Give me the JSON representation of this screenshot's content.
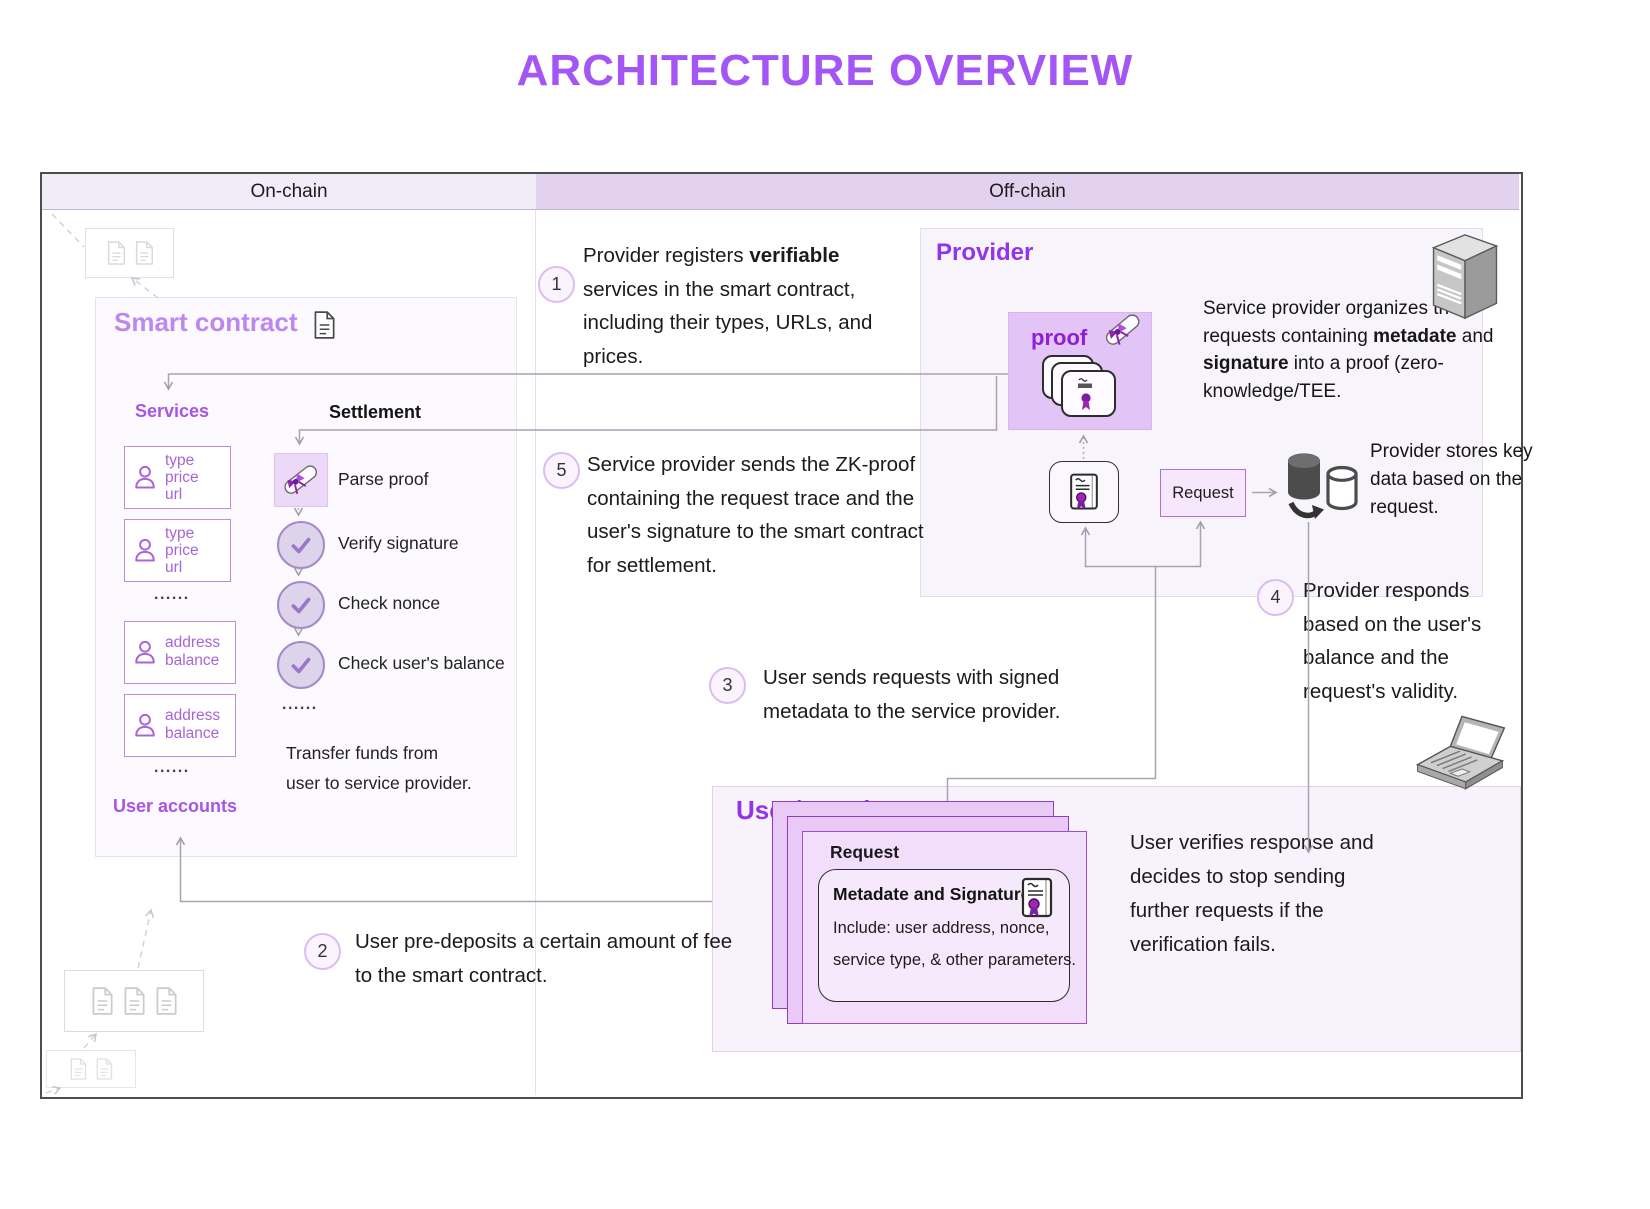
{
  "title": "ARCHITECTURE OVERVIEW",
  "header": {
    "on_chain": "On-chain",
    "off_chain": "Off-chain"
  },
  "smart_contract": {
    "title": "Smart contract",
    "services_label": "Services",
    "settlement_label": "Settlement",
    "service_entry": {
      "line1": "type",
      "line2": "price",
      "line3": "url"
    },
    "account_entry": {
      "line1": "address",
      "line2": "balance"
    },
    "dots": "......",
    "user_accounts_label": "User accounts",
    "settlement_steps": {
      "parse": "Parse proof",
      "verify": "Verify signature",
      "nonce": "Check nonce",
      "balance": "Check user's balance"
    },
    "transfer_note": {
      "line1": "Transfer funds from",
      "line2": "user to service provider."
    }
  },
  "provider": {
    "title": "Provider",
    "proof_label": "proof",
    "organize_text": {
      "t1": "Service provider organizes the requests containing ",
      "b1": "metadate",
      "t2": " and ",
      "b2": "signature",
      "t3": " into a proof (zero-knowledge/TEE."
    },
    "request_label": "Request",
    "stores_text": {
      "line1": "Provider stores key",
      "line2": "data based on the",
      "line3": "request."
    }
  },
  "user_developer": {
    "title": "User/Developer",
    "card": {
      "request_label": "Request",
      "meta_title": "Metadate and Signature",
      "meta_line1": "Include: user address, nonce,",
      "meta_line2": "service type, & other parameters."
    },
    "verify_text": {
      "line1": "User verifies response and",
      "line2": "decides to stop sending",
      "line3": "further requests if the",
      "line4": "verification fails."
    }
  },
  "steps": {
    "s1": {
      "num": "1",
      "t1": "Provider registers ",
      "b1": "verifiable",
      "t2": " services in the smart contract, including their types, URLs, and prices."
    },
    "s2": {
      "num": "2",
      "text": "User pre-deposits a certain amount of fee to the smart contract."
    },
    "s3": {
      "num": "3",
      "text": "User sends requests with signed metadata to the service provider."
    },
    "s4": {
      "num": "4",
      "text": "Provider responds based on the user's balance and the request's validity."
    },
    "s5": {
      "num": "5",
      "text": "Service provider sends the ZK-proof containing the request trace and the user's signature to the smart contract for settlement."
    }
  },
  "icons": {
    "document": "outlined page with folded corner",
    "person": "outlined user silhouette",
    "diploma_scroll": "rolled scroll with purple ribbon",
    "certificate": "paper with lines and purple rosette seal",
    "check_circle": "purple checkmark in circle",
    "database": "dark and outlined cylinders with sync arrow",
    "server": "gray 3D tower server",
    "laptop": "gray 3D laptop"
  },
  "colors": {
    "accent_title": "#a455f5",
    "heading_purple": "#9333ea",
    "proof_purple": "#8e1fd4",
    "box_purple_border": "#c08ae0",
    "onchain_bg": "#f2ebf8",
    "offchain_bg": "#e3d2ef",
    "connector_gray": "#a9a1b4"
  }
}
